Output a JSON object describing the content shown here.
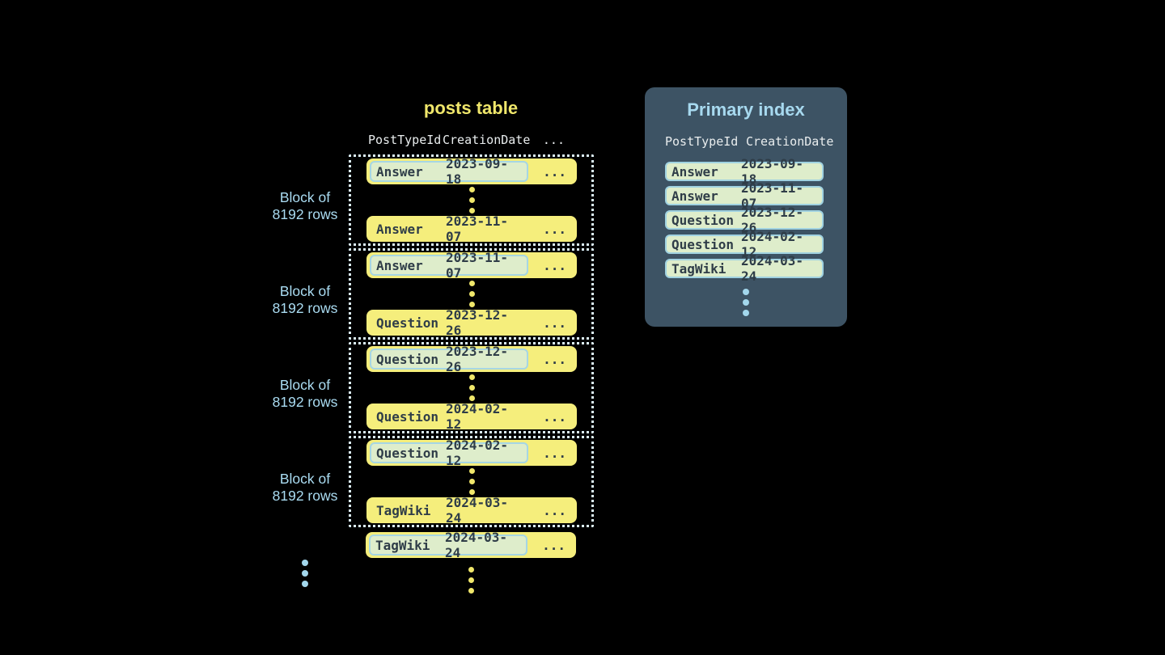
{
  "colors": {
    "background": "#000000",
    "row_yellow": "#f5ee7c",
    "accent_yellow": "#f0e76b",
    "highlight_mint": "#deedcb",
    "highlight_border_blue": "#a6d6e4",
    "dark_text": "#2f3d48",
    "panel_slate": "#3d5364",
    "light_blue_text": "#aadcf2",
    "panel_title_blue": "#a7d9ef",
    "header_text": "#e9edee",
    "dotted_border": "#dcf0f8",
    "dot_blue": "#a3d7ec"
  },
  "icons": {
    "row_gap_dots": "vertical-ellipsis",
    "more_blocks_dots": "vertical-ellipsis",
    "more_rows_dots": "vertical-ellipsis",
    "index_more_dots": "vertical-ellipsis"
  },
  "posts_table": {
    "title": "posts table",
    "columns": [
      "PostTypeId",
      "CreationDate"
    ],
    "ellipsis": "...",
    "blocks": [
      {
        "label_line1": "Block of",
        "label_line2": "8192 rows",
        "first_row": {
          "post_type": "Answer",
          "creation_date": "2023-09-18"
        },
        "last_row": {
          "post_type": "Answer",
          "creation_date": "2023-11-07"
        }
      },
      {
        "label_line1": "Block of",
        "label_line2": "8192 rows",
        "first_row": {
          "post_type": "Answer",
          "creation_date": "2023-11-07"
        },
        "last_row": {
          "post_type": "Question",
          "creation_date": "2023-12-26"
        }
      },
      {
        "label_line1": "Block of",
        "label_line2": "8192 rows",
        "first_row": {
          "post_type": "Question",
          "creation_date": "2023-12-26"
        },
        "last_row": {
          "post_type": "Question",
          "creation_date": "2024-02-12"
        }
      },
      {
        "label_line1": "Block of",
        "label_line2": "8192 rows",
        "first_row": {
          "post_type": "Question",
          "creation_date": "2024-02-12"
        },
        "last_row": {
          "post_type": "TagWiki",
          "creation_date": "2024-03-24"
        }
      }
    ],
    "next_block_first_row": {
      "post_type": "TagWiki",
      "creation_date": "2024-03-24"
    }
  },
  "primary_index": {
    "title": "Primary index",
    "columns": [
      "PostTypeId",
      "CreationDate"
    ],
    "rows": [
      {
        "post_type": "Answer",
        "creation_date": "2023-09-18"
      },
      {
        "post_type": "Answer",
        "creation_date": "2023-11-07"
      },
      {
        "post_type": "Question",
        "creation_date": "2023-12-26"
      },
      {
        "post_type": "Question",
        "creation_date": "2024-02-12"
      },
      {
        "post_type": "TagWiki",
        "creation_date": "2024-03-24"
      }
    ]
  }
}
